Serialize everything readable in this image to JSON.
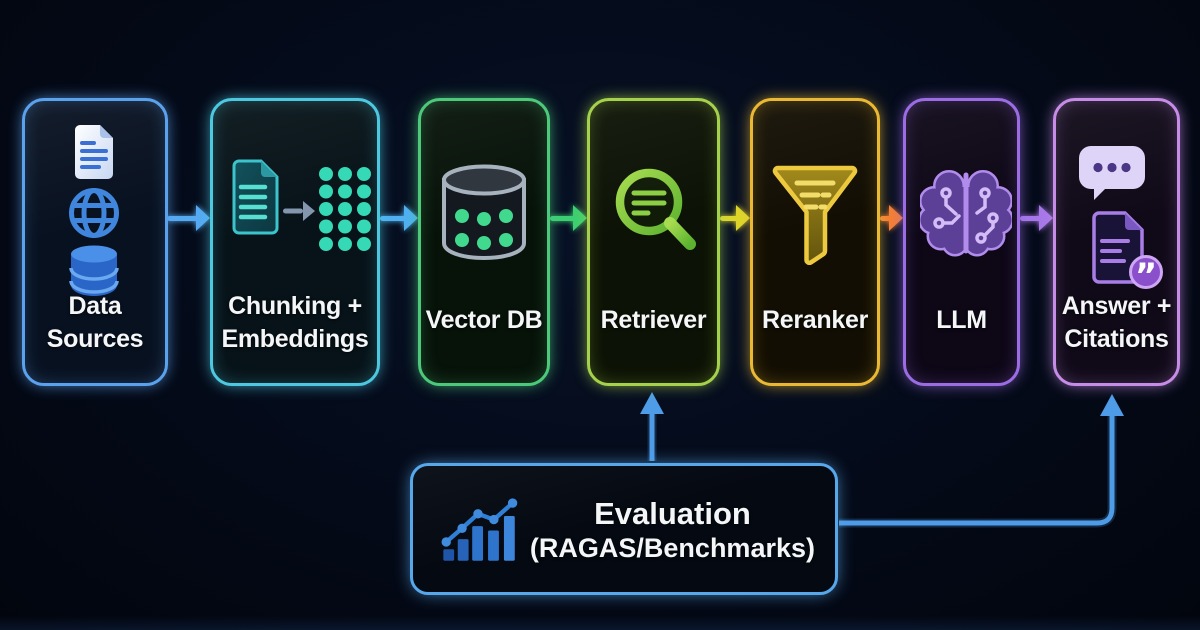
{
  "background_color": "#040a18",
  "text_color": "#f4f6f8",
  "pipeline": {
    "stages": [
      {
        "id": "data-sources",
        "label": "Data\nSources",
        "color": "#5ba2ee",
        "bg": "#081120",
        "icons": [
          "document-icon",
          "globe-icon",
          "database-icon"
        ]
      },
      {
        "id": "chunking-embeddings",
        "label": "Chunking +\nEmbeddings",
        "color": "#4dc8e0",
        "bg": "#071318",
        "icons": [
          "document-icon",
          "arrow-right-icon",
          "embedding-dots-icon"
        ]
      },
      {
        "id": "vector-db",
        "label": "Vector DB",
        "color": "#4cc97a",
        "bg": "#071209",
        "icons": [
          "database-cylinder-icon"
        ]
      },
      {
        "id": "retriever",
        "label": "Retriever",
        "color": "#a5d14b",
        "bg": "#0c1205",
        "icons": [
          "magnifier-icon"
        ]
      },
      {
        "id": "reranker",
        "label": "Reranker",
        "color": "#eab832",
        "bg": "#120e03",
        "icons": [
          "funnel-icon"
        ]
      },
      {
        "id": "llm",
        "label": "LLM",
        "color": "#9c6ce4",
        "bg": "#0d0716",
        "icons": [
          "brain-icon"
        ]
      },
      {
        "id": "answer-citations",
        "label": "Answer +\nCitations",
        "color": "#c78ce8",
        "bg": "#100a18",
        "icons": [
          "chat-bubble-icon",
          "cited-document-icon"
        ]
      }
    ],
    "arrows": [
      {
        "from": "data-sources",
        "to": "chunking-embeddings",
        "color": "#55a9f2"
      },
      {
        "from": "chunking-embeddings",
        "to": "vector-db",
        "color": "#4fb0f2"
      },
      {
        "from": "vector-db",
        "to": "retriever",
        "color": "#3bcf72"
      },
      {
        "from": "retriever",
        "to": "reranker",
        "color": "#ddd52c"
      },
      {
        "from": "reranker",
        "to": "llm",
        "color": "#f57e33"
      },
      {
        "from": "llm",
        "to": "answer-citations",
        "color": "#a677e8"
      }
    ]
  },
  "evaluation": {
    "title": "Evaluation",
    "subtitle": "(RAGAS/Benchmarks)",
    "color": "#57a7ea",
    "connector_color": "#4e9ce8",
    "icon": "bar-chart-trend-icon",
    "connects_to": [
      "retriever",
      "answer-citations"
    ]
  }
}
